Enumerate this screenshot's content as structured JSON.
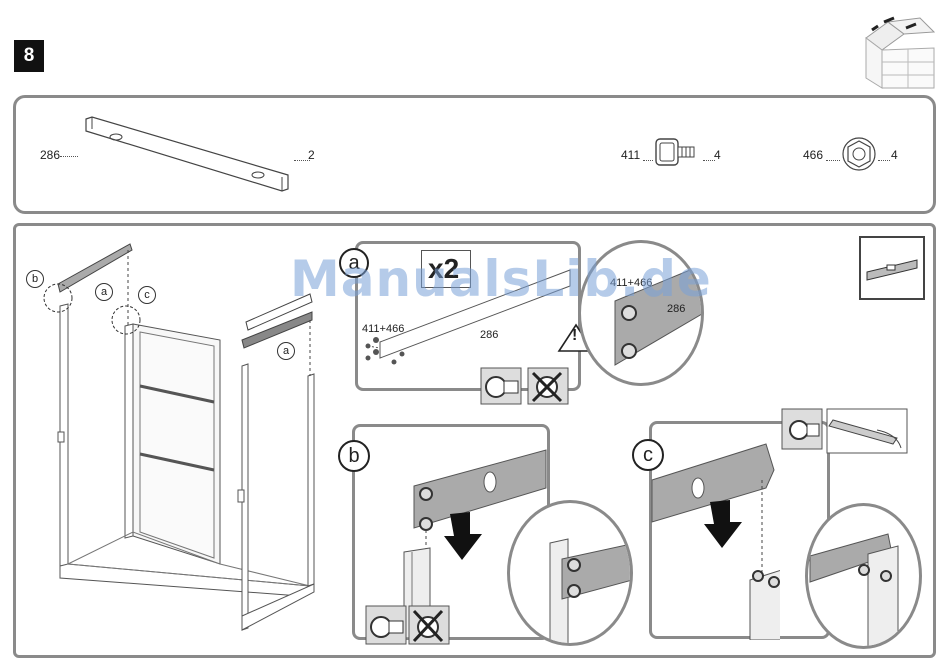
{
  "step": {
    "number": "8"
  },
  "parts": [
    {
      "code": "286",
      "qty": "2"
    },
    {
      "code": "411",
      "qty": "4"
    },
    {
      "code": "466",
      "qty": "4"
    }
  ],
  "detail_a": {
    "letter": "a",
    "multiplier": "x2",
    "hardware_label": "411+466",
    "bar_label": "286",
    "zoom_codes": "411+466",
    "zoom_bar": "286",
    "warning": "!"
  },
  "detail_b": {
    "letter": "b"
  },
  "detail_c": {
    "letter": "c"
  },
  "overview_callouts": {
    "b": "b",
    "a1": "a",
    "c": "c",
    "a2": "a"
  },
  "watermark": "ManualsLib.de",
  "icons": [
    "shed-thumbnail-icon",
    "bracket-bar-icon",
    "bolt-icon",
    "flange-nut-icon",
    "warning-icon",
    "level-tool-icon",
    "down-arrow-icon",
    "correct-check-icon",
    "wrong-cross-icon"
  ]
}
